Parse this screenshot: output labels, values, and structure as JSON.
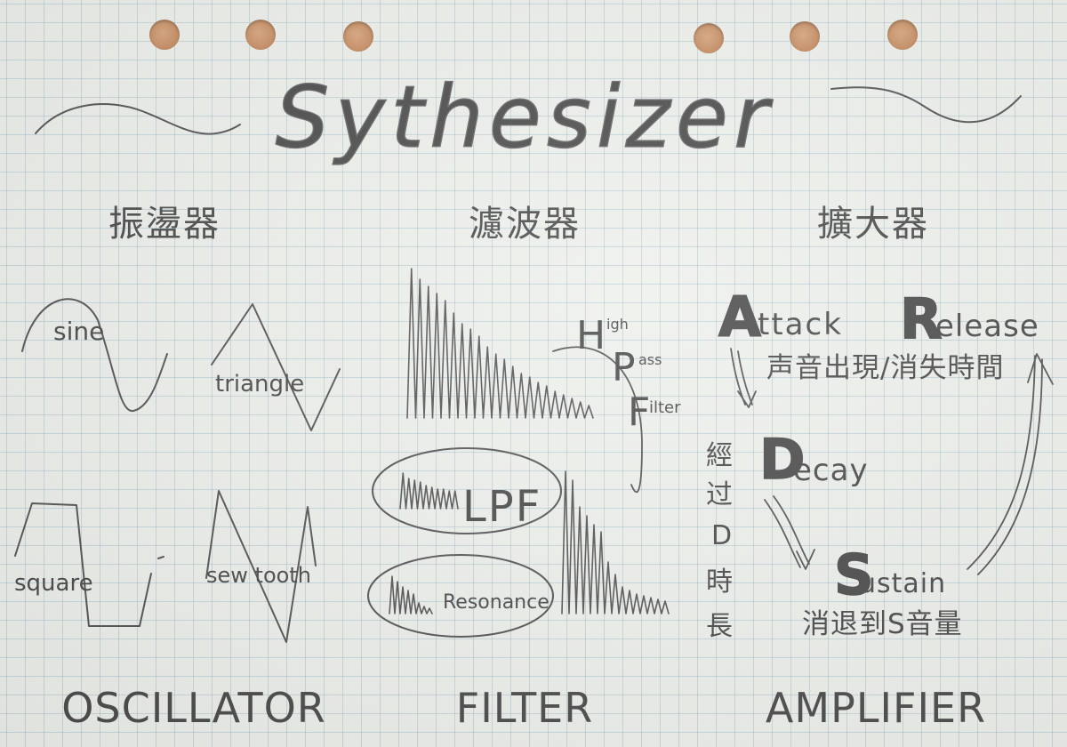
{
  "title": "Sythesizer",
  "sections": {
    "oscillator": {
      "heading_zh": "振盪器",
      "footer": "OSCILLATOR",
      "waves": {
        "sine": "sine",
        "triangle": "triangle",
        "square": "square",
        "sawtooth": "sew tooth"
      }
    },
    "filter": {
      "heading_zh": "濾波器",
      "footer": "FILTER",
      "hpf": {
        "h": "H",
        "igh": "igh",
        "p": "P",
        "ass": "ass",
        "f": "F",
        "ilter": "ilter"
      },
      "lpf_label": "LPF",
      "resonance_label": "Resonance"
    },
    "amplifier": {
      "heading_zh": "擴大器",
      "footer": "AMPLIFIER",
      "attack": {
        "cap": "A",
        "rest": "ttack"
      },
      "release": {
        "cap": "R",
        "rest": "elease"
      },
      "attack_release_note": "声音出現/消失時間",
      "decay": {
        "cap": "D",
        "rest": "ecay"
      },
      "decay_note_vertical": [
        "經",
        "过",
        "D",
        "時",
        "長"
      ],
      "sustain": {
        "cap": "S",
        "rest": "ustain"
      },
      "sustain_note": "消退到S音量"
    }
  },
  "colors": {
    "paper": "#eef0ec",
    "grid": "#a6bfcc",
    "pencil": "#4b4b4b",
    "hole": "#c48b60"
  }
}
